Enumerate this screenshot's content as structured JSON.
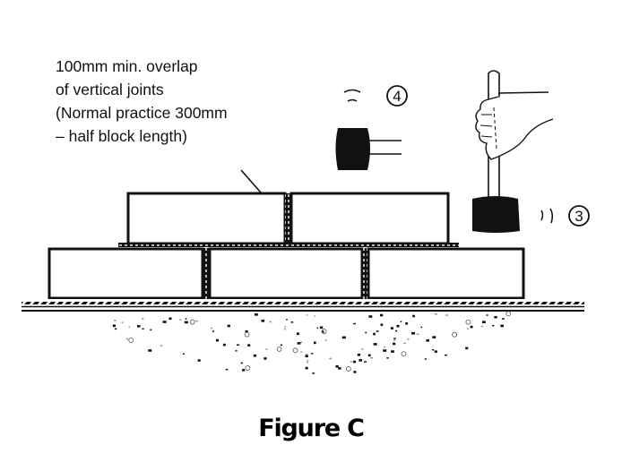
{
  "annotation": {
    "lines": [
      "100mm min. overlap",
      "of vertical joints",
      "(Normal practice 300mm",
      "– half block length)"
    ]
  },
  "step_markers": [
    {
      "number": "4",
      "description": "mallet tapping top block from side"
    },
    {
      "number": "3",
      "description": "rammer tapping block from above"
    }
  ],
  "courses": {
    "top_blocks": 2,
    "bottom_blocks": 3
  },
  "icons": {
    "mallet": "mallet-icon",
    "rammer": "hand-rammer-icon",
    "hand": "hand-icon",
    "vibration": "vibration-marks-icon"
  },
  "caption": "Figure C",
  "colors": {
    "ink": "#111111",
    "background": "#ffffff"
  }
}
